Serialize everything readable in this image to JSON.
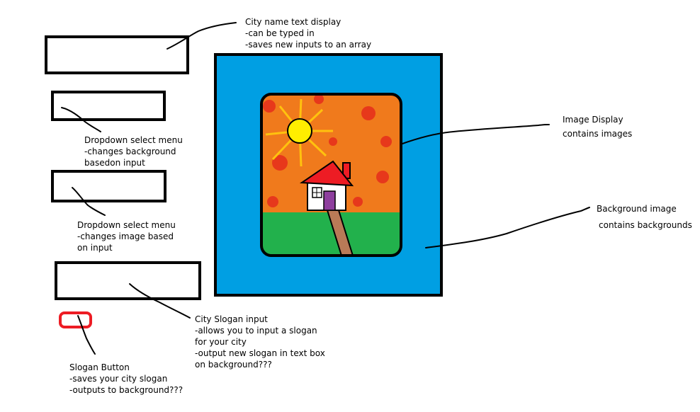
{
  "colors": {
    "outline": "#000000",
    "background_fill": "#009fe3",
    "sky_fill": "#f07a1c",
    "sky_accent": "#e52d1c",
    "sun_fill": "#ffee00",
    "grass_fill": "#22b14c",
    "roof_fill": "#ed1c24",
    "path_fill": "#b97a57",
    "door_fill": "#8e3f9e",
    "button_outline": "#ed1c24"
  },
  "wireframe": {
    "city_name_box": "text-display",
    "background_select": "dropdown-select",
    "image_select": "dropdown-select",
    "slogan_input": "text-input",
    "slogan_button": "button",
    "background_panel": "background-image",
    "image_panel": "image-display",
    "image_content": "sun, house, grass, path"
  },
  "annotations": {
    "city_name": {
      "title": "City name text display",
      "lines": [
        "-can be typed in",
        "-saves new inputs to an array"
      ]
    },
    "background_dropdown": {
      "title": "Dropdown select menu",
      "lines": [
        "-changes background",
        "basedon input"
      ]
    },
    "image_dropdown": {
      "title": "Dropdown select menu",
      "lines": [
        "-changes image based",
        "on input"
      ]
    },
    "slogan_input": {
      "title": "City Slogan input",
      "lines": [
        "-allows you to input a slogan",
        "for your city",
        "-output new slogan in text box",
        "on background???"
      ]
    },
    "slogan_button": {
      "title": "Slogan Button",
      "lines": [
        "-saves your city slogan",
        "-outputs to background???"
      ]
    },
    "image_display": {
      "title": "Image Display",
      "lines": [
        "contains images"
      ]
    },
    "background_image": {
      "title": "Background image",
      "lines": [
        "contains backgrounds"
      ]
    }
  }
}
